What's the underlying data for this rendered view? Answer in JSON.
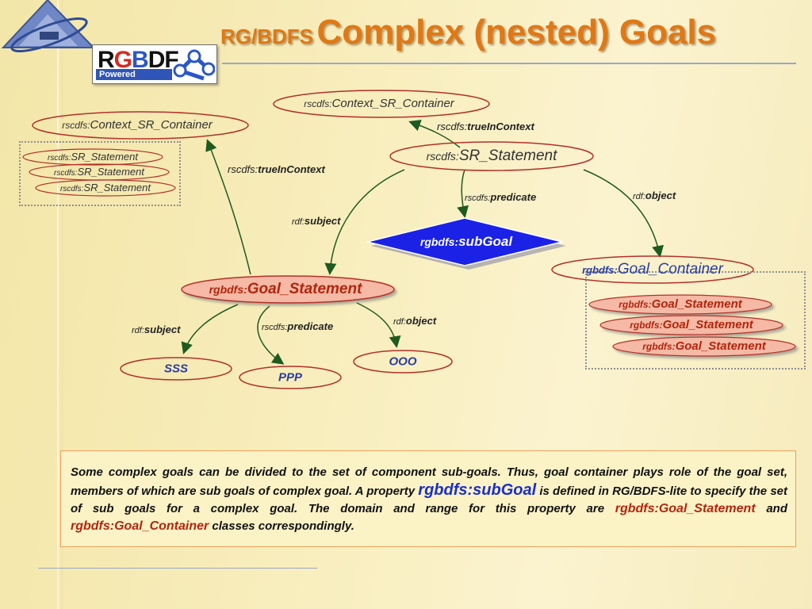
{
  "title": {
    "small": "RG/BDFS",
    "big": "Complex (nested) Goals"
  },
  "logo": {
    "brand_r": "R",
    "brand_g": "G",
    "brand_b": "B",
    "brand_df": "DF",
    "powered": "Powered"
  },
  "colors": {
    "accent": "#e07816",
    "ellipse_stroke": "#b3302a",
    "goal_fill": "#f5b9a5",
    "diamond": "#1b22e6",
    "node_text": "#3344aa"
  },
  "nodes": {
    "ctx_top": {
      "pre": "rscdfs:",
      "name": "Context_SR_Container"
    },
    "ctx_left": {
      "pre": "rscdfs:",
      "name": "Context_SR_Container"
    },
    "sr_stmt_main": {
      "pre": "rscdfs:",
      "name": "SR_Statement"
    },
    "sr_items": [
      {
        "pre": "rscdfs:",
        "name": "SR_Statement"
      },
      {
        "pre": "rscdfs:",
        "name": "SR_Statement"
      },
      {
        "pre": "rscdfs:",
        "name": "SR_Statement"
      }
    ],
    "subgoal": {
      "pre": "rgbdfs:",
      "name": "subGoal"
    },
    "goal_container": {
      "pre": "rgbdfs:",
      "name": "Goal_Container"
    },
    "goal_items": [
      {
        "pre": "rgbdfs:",
        "name": "Goal_Statement"
      },
      {
        "pre": "rgbdfs:",
        "name": "Goal_Statement"
      },
      {
        "pre": "rgbdfs:",
        "name": "Goal_Statement"
      }
    ],
    "goal_stmt_main": {
      "pre": "rgbdfs:",
      "name": "Goal_Statement"
    },
    "sss": "SSS",
    "ppp": "PPP",
    "ooo": "OOO"
  },
  "edges": {
    "true_in_context_right": {
      "pre": "rscdfs:",
      "main": "trueInContext"
    },
    "true_in_context_left": {
      "pre": "rscdfs:",
      "main": "trueInContext"
    },
    "predicate_top": {
      "pre": "rscdfs:",
      "main": "predicate"
    },
    "object_top": {
      "pre": "rdf:",
      "main": "object"
    },
    "subject_top": {
      "pre": "rdf:",
      "main": "subject"
    },
    "subject_bottom": {
      "pre": "rdf:",
      "main": "subject"
    },
    "predicate_bottom": {
      "pre": "rscdfs:",
      "main": "predicate"
    },
    "object_bottom": {
      "pre": "rdf:",
      "main": "object"
    }
  },
  "description": {
    "part1": "Some complex goals can be divided to the set of component sub-goals. Thus, goal container plays role of the goal set, members of which are sub goals of complex goal. A property ",
    "hl1": "rgbdfs:subGoal",
    "part2": " is defined in RG/BDFS-lite to specify the set of sub goals for a complex goal. The domain and range for this property are ",
    "hl2": "rgbdfs:Goal_Statement",
    "part3": " and ",
    "hl3": "rgbdfs:Goal_Container",
    "part4": " classes correspondingly."
  }
}
